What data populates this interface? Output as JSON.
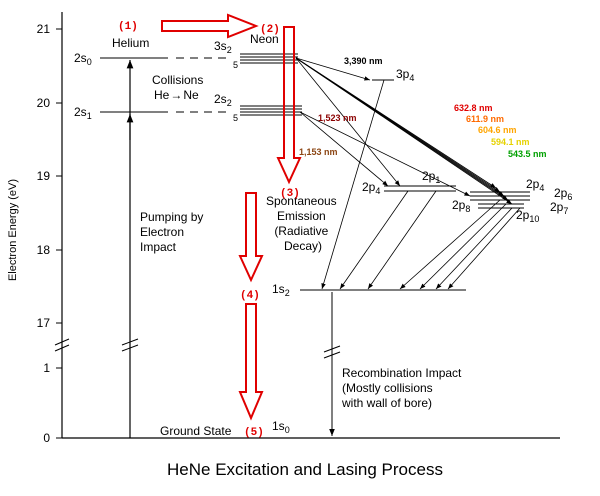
{
  "title": "HeNe Excitation and Lasing Process",
  "y_axis": {
    "label": "Electron Energy (eV)",
    "ticks": [
      "21",
      "20",
      "19",
      "18",
      "17",
      "1",
      "0"
    ]
  },
  "atoms": {
    "helium": "Helium",
    "neon": "Neon"
  },
  "levels": {
    "he_2s0": {
      "main": "2s",
      "sub": "0"
    },
    "he_2s1": {
      "main": "2s",
      "sub": "1"
    },
    "ne_3s2": {
      "main": "3s",
      "sub": "2"
    },
    "ne_2s2": {
      "main": "2s",
      "sub": "2"
    },
    "ne_3p4": {
      "main": "3p",
      "sub": "4"
    },
    "ne_2p4_left": {
      "main": "2p",
      "sub": "4"
    },
    "ne_2p1": {
      "main": "2p",
      "sub": "1"
    },
    "ne_2p4_right": {
      "main": "2p",
      "sub": "4"
    },
    "ne_2p6": {
      "main": "2p",
      "sub": "6"
    },
    "ne_2p8": {
      "main": "2p",
      "sub": "8"
    },
    "ne_2p7": {
      "main": "2p",
      "sub": "7"
    },
    "ne_2p10": {
      "main": "2p",
      "sub": "10"
    },
    "ne_1s2": {
      "main": "1s",
      "sub": "2"
    },
    "ne_1s0": {
      "main": "1s",
      "sub": "0"
    },
    "mult_5_upper": "5",
    "mult_5_lower": "5"
  },
  "step_numbers": [
    "(1)",
    "(2)",
    "(3)",
    "(4)",
    "(5)"
  ],
  "annotations": {
    "collisions": "Collisions",
    "he_to_ne_he": "He",
    "he_to_ne_arrow": "→",
    "he_to_ne_ne": "Ne",
    "pumping": [
      "Pumping by",
      "Electron",
      "Impact"
    ],
    "spontaneous": [
      "Spontaneous",
      "Emission",
      "(Radiative",
      "Decay)"
    ],
    "recombination": [
      "Recombination Impact",
      "(Mostly collisions",
      "with wall of bore)"
    ],
    "ground_state": "Ground State"
  },
  "wavelengths": [
    {
      "label": "3,390 nm",
      "color": "#000000"
    },
    {
      "label": "1,523 nm",
      "color": "#8b0000"
    },
    {
      "label": "1,153 nm",
      "color": "#8b4513"
    },
    {
      "label": "632.8 nm",
      "color": "#e00000"
    },
    {
      "label": "611.9 nm",
      "color": "#ff6a00"
    },
    {
      "label": "604.6 nm",
      "color": "#ffa500"
    },
    {
      "label": "594.1 nm",
      "color": "#e6d200"
    },
    {
      "label": "543.5 nm",
      "color": "#00a000"
    }
  ],
  "colors": {
    "arrow_red": "#e00000"
  }
}
